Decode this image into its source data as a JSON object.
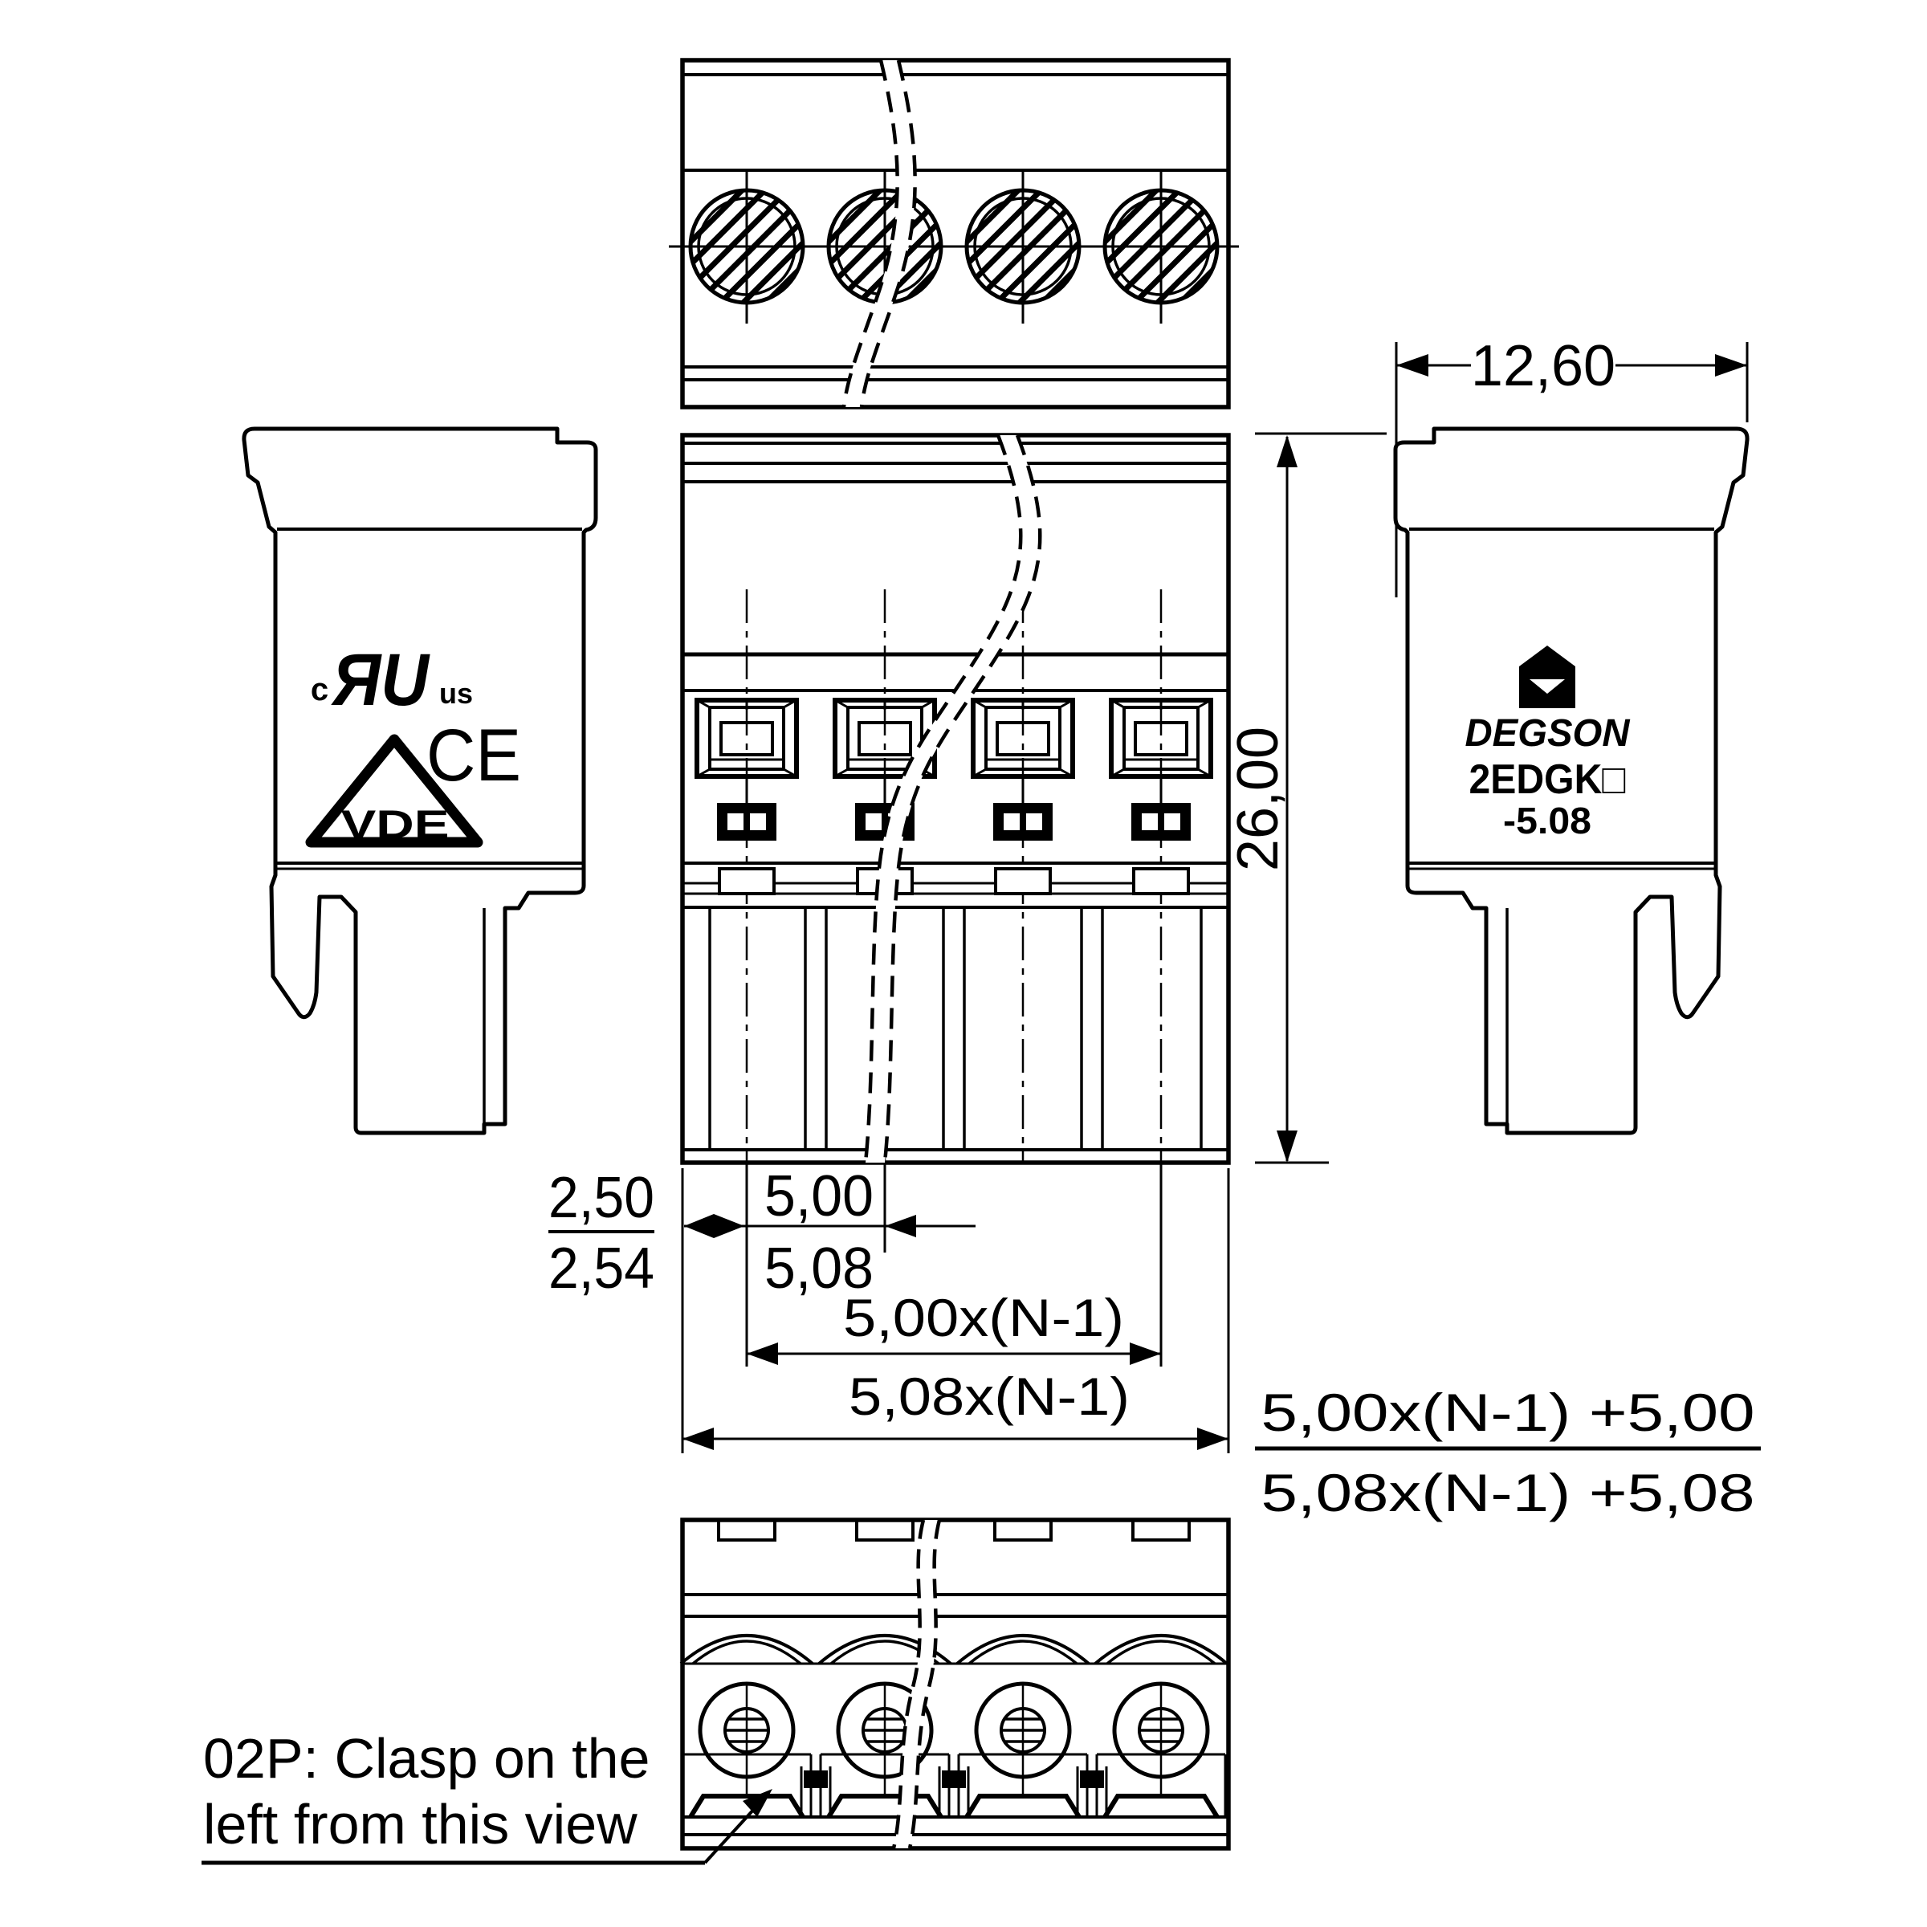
{
  "drawing": {
    "kind": "terminal-block-plug-dimension-drawing",
    "dimensions": {
      "top_width": "12,60",
      "side_height": "26,00",
      "edge_to_pole": {
        "top": "2,50",
        "bottom": "2,54"
      },
      "pitch": {
        "top": "5,00",
        "bottom": "5,08"
      },
      "pole_span": {
        "top": "5,00x(N-1)",
        "bottom": "5,08x(N-1)"
      },
      "overall_width": {
        "top": "5,00x(N-1) +5,00",
        "bottom": "5,08x(N-1) +5,08"
      }
    },
    "note": {
      "line1": "02P: Clasp on the",
      "line2": "left from this view"
    },
    "certifications": {
      "ul_prefix": "c",
      "ul_mark": "ЯU",
      "ul_suffix": "us",
      "ce_mark": "CE",
      "vde_mark": "VDE"
    },
    "branding": {
      "manufacturer": "DEGSON",
      "series": "2EDGK□",
      "pitch_code": "-5.08"
    },
    "colors": {
      "ink": "#000000",
      "paper": "#ffffff"
    }
  }
}
